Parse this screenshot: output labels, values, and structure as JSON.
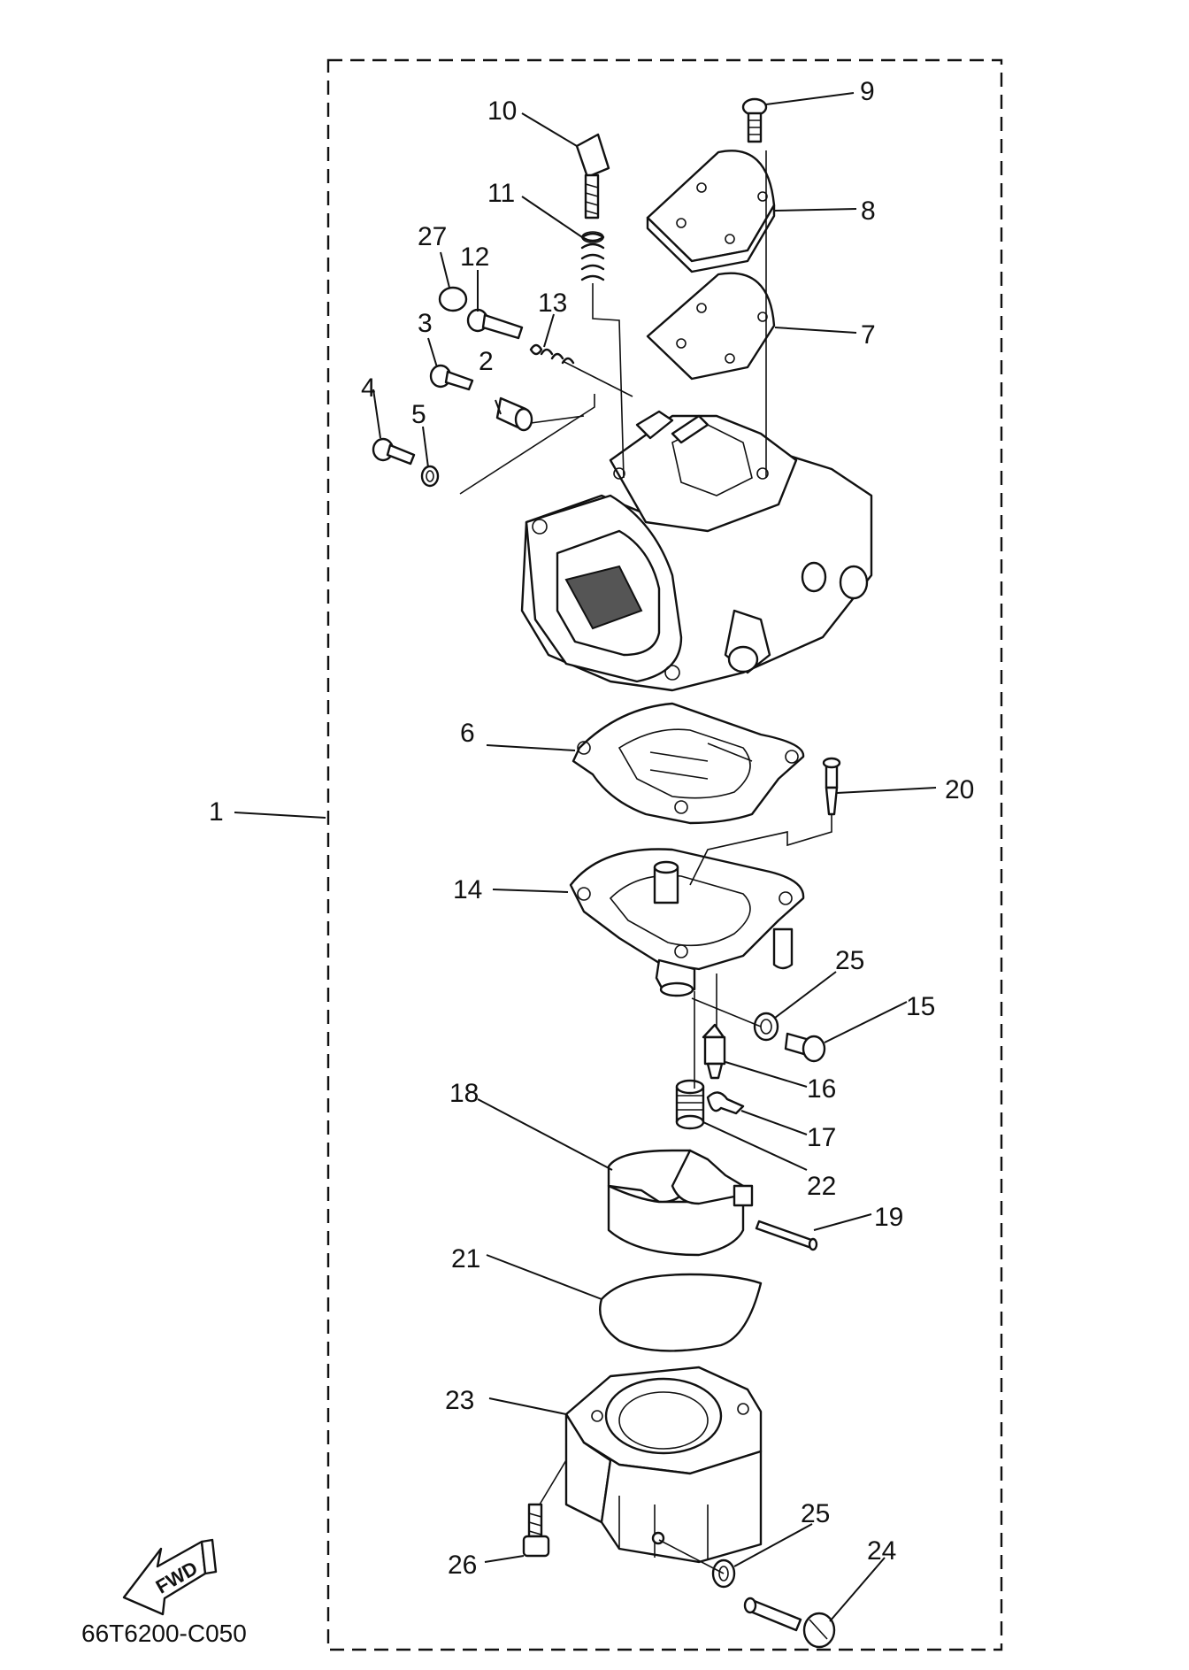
{
  "diagram": {
    "code": "66T6200-C050",
    "fwd_label": "FWD",
    "callouts": [
      {
        "id": "c1",
        "text": "1"
      },
      {
        "id": "c2",
        "text": "2"
      },
      {
        "id": "c3",
        "text": "3"
      },
      {
        "id": "c4",
        "text": "4"
      },
      {
        "id": "c5",
        "text": "5"
      },
      {
        "id": "c6",
        "text": "6"
      },
      {
        "id": "c7",
        "text": "7"
      },
      {
        "id": "c8",
        "text": "8"
      },
      {
        "id": "c9",
        "text": "9"
      },
      {
        "id": "c10",
        "text": "10"
      },
      {
        "id": "c11",
        "text": "11"
      },
      {
        "id": "c12",
        "text": "12"
      },
      {
        "id": "c13",
        "text": "13"
      },
      {
        "id": "c14",
        "text": "14"
      },
      {
        "id": "c15",
        "text": "15"
      },
      {
        "id": "c16",
        "text": "16"
      },
      {
        "id": "c17",
        "text": "17"
      },
      {
        "id": "c18",
        "text": "18"
      },
      {
        "id": "c19",
        "text": "19"
      },
      {
        "id": "c20",
        "text": "20"
      },
      {
        "id": "c21",
        "text": "21"
      },
      {
        "id": "c22",
        "text": "22"
      },
      {
        "id": "c23",
        "text": "23"
      },
      {
        "id": "c24",
        "text": "24"
      },
      {
        "id": "c25a",
        "text": "25"
      },
      {
        "id": "c25b",
        "text": "25"
      },
      {
        "id": "c26",
        "text": "26"
      },
      {
        "id": "c27",
        "text": "27"
      }
    ]
  }
}
